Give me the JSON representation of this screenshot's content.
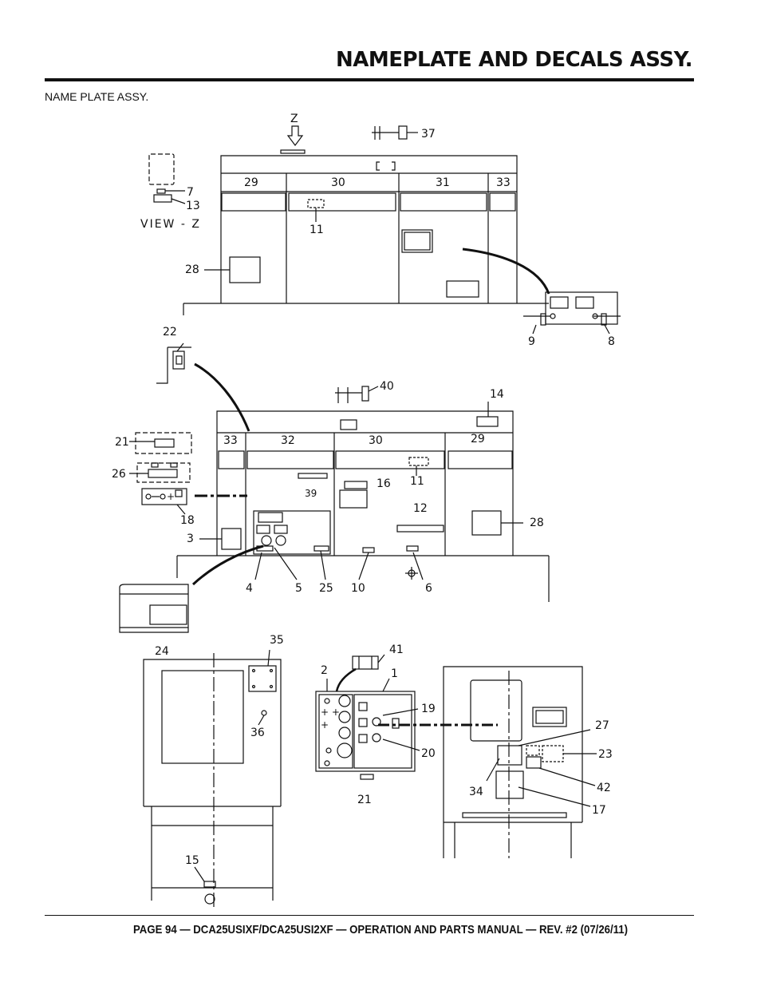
{
  "header": {
    "title": "NAMEPLATE AND DECALS ASSY."
  },
  "section": {
    "label": "NAME PLATE ASSY."
  },
  "diagram": {
    "view_label": "VIEW - Z",
    "view_letter": "Z",
    "callouts": [
      "37",
      "7",
      "13",
      "29",
      "30",
      "31",
      "33",
      "11",
      "28",
      "9",
      "8",
      "22",
      "40",
      "14",
      "33",
      "32",
      "30",
      "29",
      "21",
      "26",
      "39",
      "16",
      "11",
      "18",
      "12",
      "3",
      "28",
      "4",
      "5",
      "25",
      "10",
      "6",
      "24",
      "35",
      "41",
      "2",
      "1",
      "36",
      "19",
      "20",
      "21",
      "27",
      "23",
      "42",
      "34",
      "17",
      "15"
    ]
  },
  "footer": {
    "text": "PAGE 94 — DCA25USIXF/DCA25USI2XF — OPERATION AND PARTS MANUAL — REV. #2 (07/26/11)"
  }
}
